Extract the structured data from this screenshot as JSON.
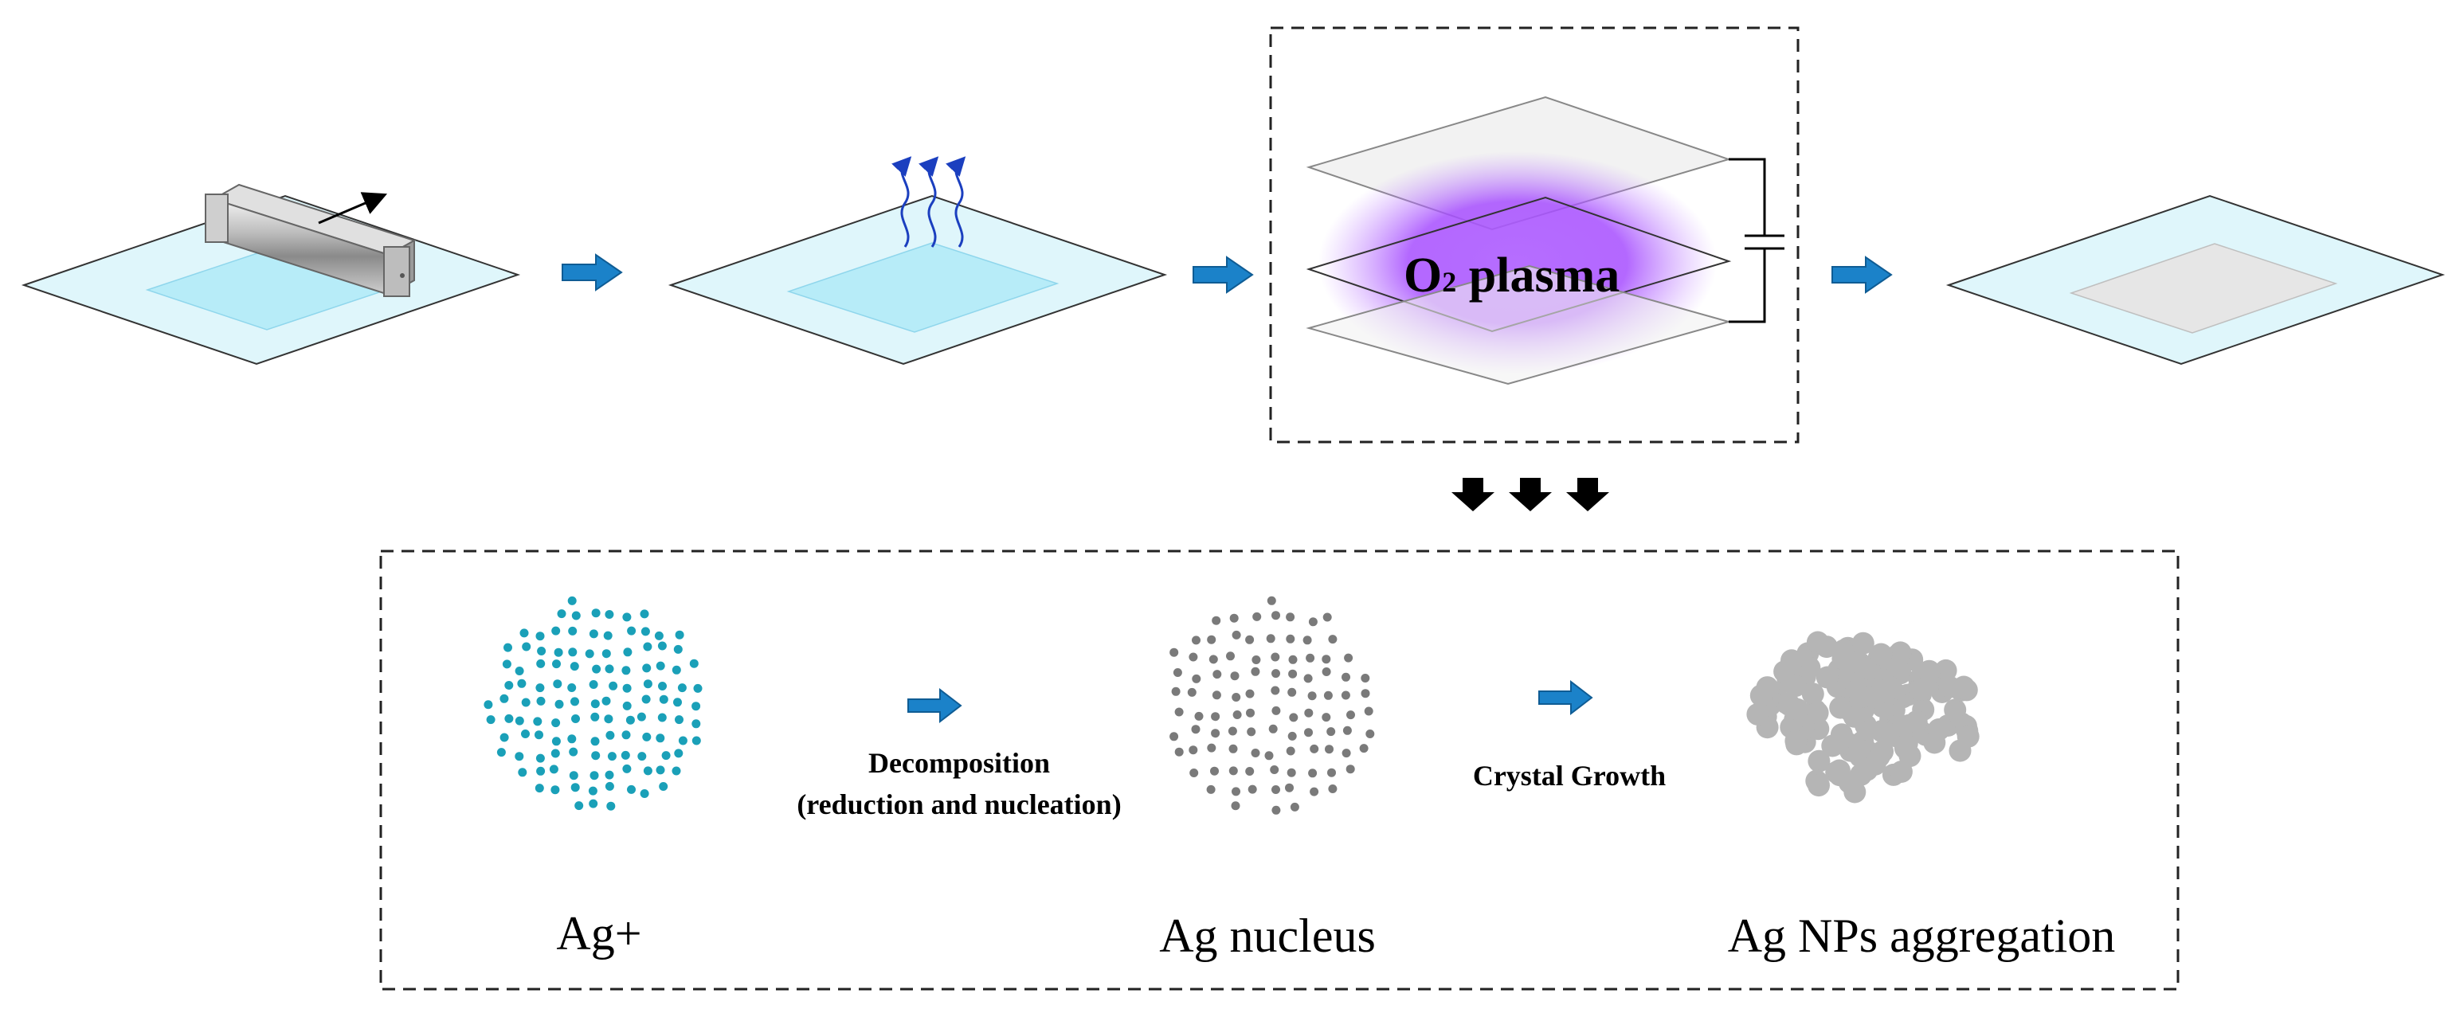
{
  "plasma_label_main": "O",
  "plasma_label_sub": "2",
  "plasma_label_rest": " plasma",
  "step1_label_line1": "Decomposition",
  "step1_label_line2": "(reduction and nucleation)",
  "step2_label": "Crystal Growth",
  "state_labels": [
    "Ag+",
    "Ag nucleus",
    "Ag NPs aggregation"
  ],
  "colors": {
    "film": "#dff6fb",
    "film_inner": "#b7ecf8",
    "arrow_blue": "#1b82c9",
    "ion_dot": "#1aa0b8",
    "nucleus_dot": "#7a7a7a",
    "np_dot": "#b5b5b5",
    "plasma": "#a64dff",
    "final_inner": "#e6e6e6"
  },
  "icons": [
    "roller-icon",
    "vapor-wave-icon",
    "electrode-plate-icon",
    "down-arrow-icon",
    "right-arrow-icon"
  ]
}
